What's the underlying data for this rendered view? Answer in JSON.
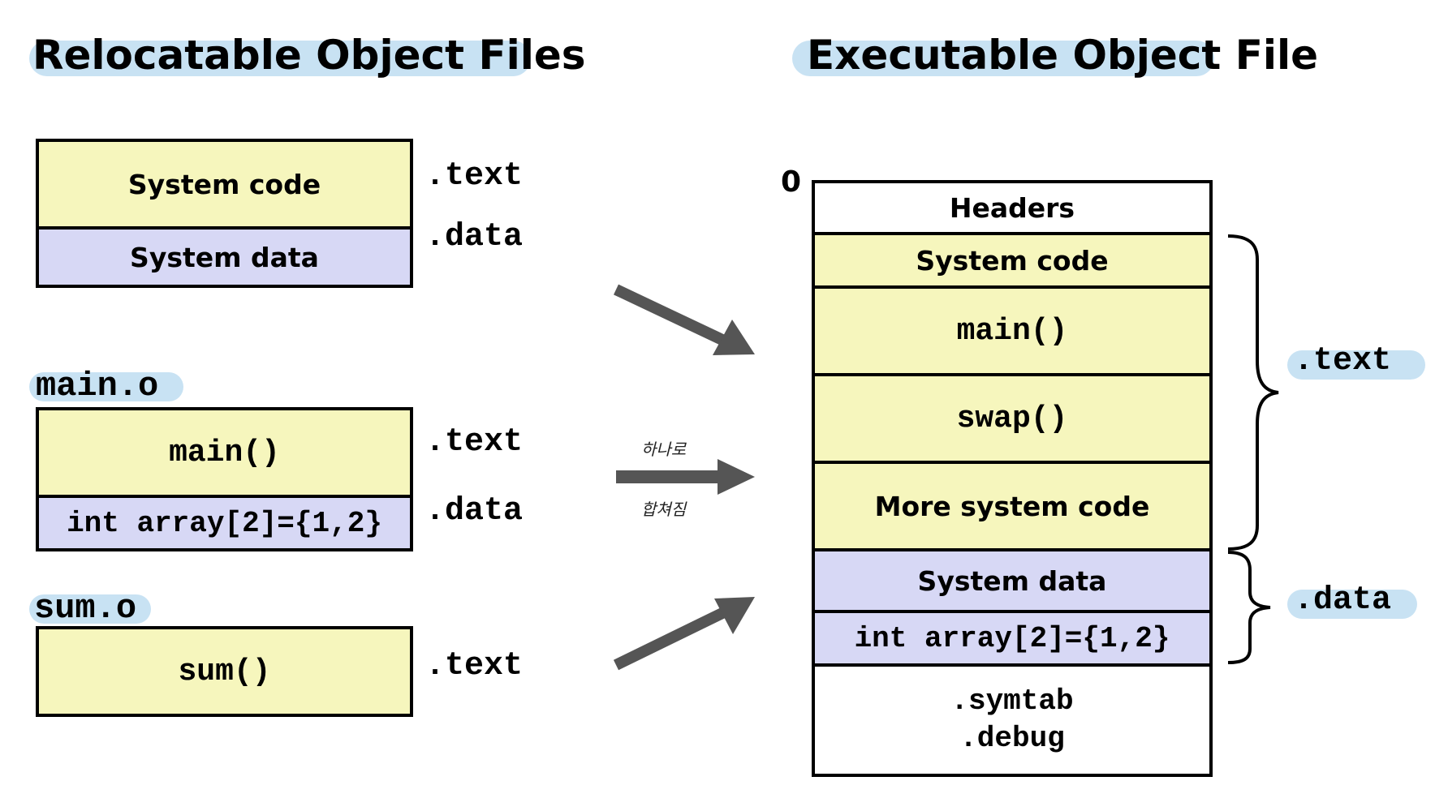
{
  "titles": {
    "left": "Relocatable Object Files",
    "right": "Executable Object File"
  },
  "left": {
    "system_box": {
      "code": "System code",
      "data": "System data",
      "code_section": ".text",
      "data_section": ".data"
    },
    "main_o": {
      "filename": "main.o",
      "code": "main()",
      "data": "int array[2]={1,2}",
      "code_section": ".text",
      "data_section": ".data"
    },
    "sum_o": {
      "filename": "sum.o",
      "code": "sum()",
      "code_section": ".text"
    }
  },
  "annotations": {
    "above_arrow": "하나로",
    "below_arrow": "합쳐짐"
  },
  "right": {
    "address_zero": "0",
    "headers": "Headers",
    "system_code": "System code",
    "main": "main()",
    "swap": "swap()",
    "more_system_code": "More system code",
    "system_data": "System data",
    "array": "int array[2]={1,2}",
    "symtab": ".symtab",
    "debug": ".debug",
    "text_section": ".text",
    "data_section": ".data"
  },
  "colors": {
    "code_fill": "#f6f6bd",
    "data_fill": "#d7d8f5",
    "highlight": "#c8e2f3",
    "arrow": "#555555"
  }
}
